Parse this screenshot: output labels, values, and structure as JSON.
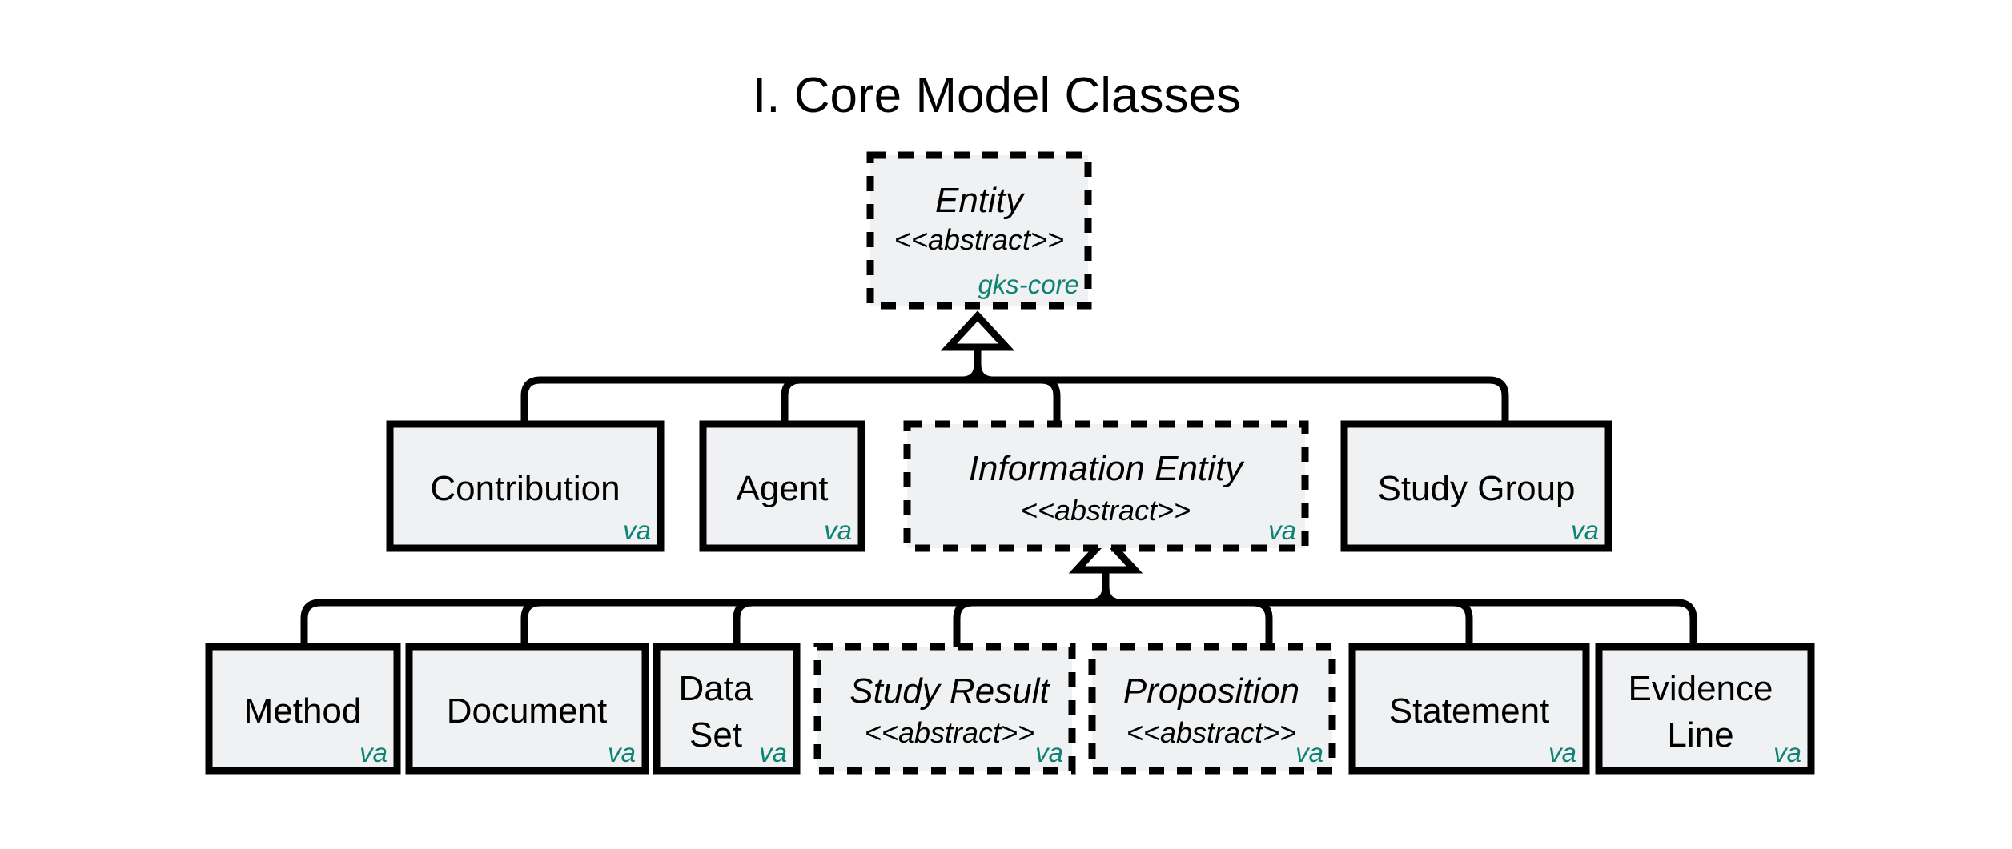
{
  "diagram": {
    "title": "I. Core Model Classes",
    "type": "uml-class-hierarchy",
    "background_color": "#ffffff",
    "box_fill_color": "#eff1f2",
    "box_stroke_color": "#000000",
    "badge_color": "#0e8374",
    "stereotype_text": "<<abstract>>"
  },
  "nodes": {
    "root": {
      "name": "Entity",
      "stereotype": "<<abstract>>",
      "badge": "gks-core",
      "abstract": true
    },
    "level2": [
      {
        "name": "Contribution",
        "stereotype": "",
        "badge": "va",
        "abstract": false
      },
      {
        "name": "Agent",
        "stereotype": "",
        "badge": "va",
        "abstract": false
      },
      {
        "name": "Information Entity",
        "stereotype": "<<abstract>>",
        "badge": "va",
        "abstract": true
      },
      {
        "name": "Study Group",
        "stereotype": "",
        "badge": "va",
        "abstract": false
      }
    ],
    "level3": [
      {
        "name": "Method",
        "stereotype": "",
        "badge": "va",
        "abstract": false
      },
      {
        "name": "Document",
        "stereotype": "",
        "badge": "va",
        "abstract": false
      },
      {
        "name_line1": "Data",
        "name_line2": "Set",
        "stereotype": "",
        "badge": "va",
        "abstract": false
      },
      {
        "name": "Study Result",
        "stereotype": "<<abstract>>",
        "badge": "va",
        "abstract": true
      },
      {
        "name": "Proposition",
        "stereotype": "<<abstract>>",
        "badge": "va",
        "abstract": true
      },
      {
        "name": "Statement",
        "stereotype": "",
        "badge": "va",
        "abstract": false
      },
      {
        "name_line1": "Evidence",
        "name_line2": "Line",
        "stereotype": "",
        "badge": "va",
        "abstract": false
      }
    ]
  }
}
